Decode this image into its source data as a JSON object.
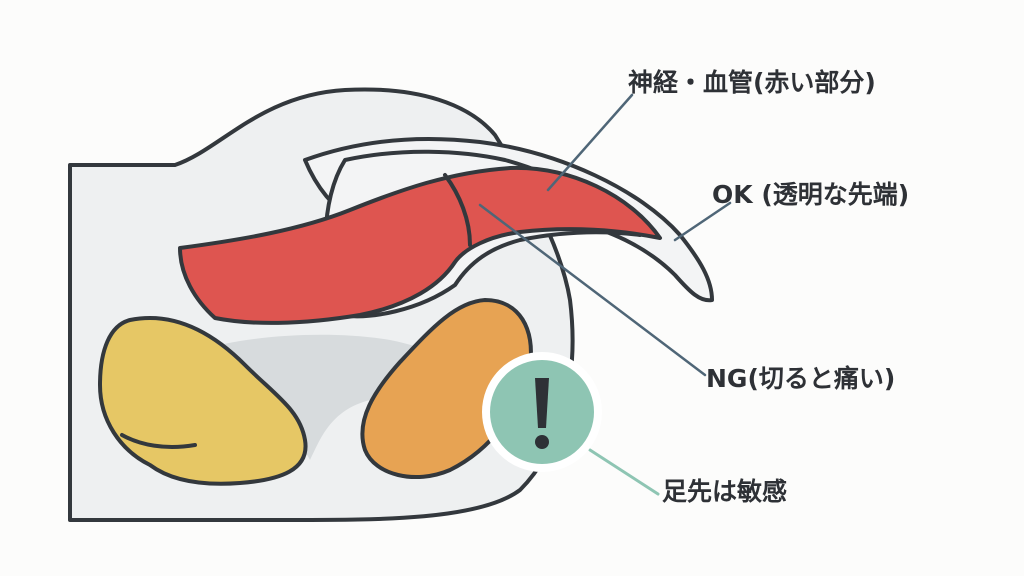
{
  "labels": {
    "nerve_vessel": "神経・血管(赤い部分)",
    "ok_tip": "OK (透明な先端)",
    "ng_cut": "NG(切ると痛い)",
    "paw_sensitive": "足先は敏感"
  },
  "icons": {
    "warning": "exclamation-icon"
  },
  "colors": {
    "outline": "#33383d",
    "skin": "#eef0f1",
    "claw": "#f3f4f5",
    "quick": "#de5550",
    "pad_yellow": "#e6c765",
    "pad_orange": "#e7a353",
    "tissue_gray": "#d7dbdd",
    "warning_circle": "#8ec5b3",
    "leader_line": "#4f6677",
    "leader_line_green": "#8ec5b3"
  }
}
